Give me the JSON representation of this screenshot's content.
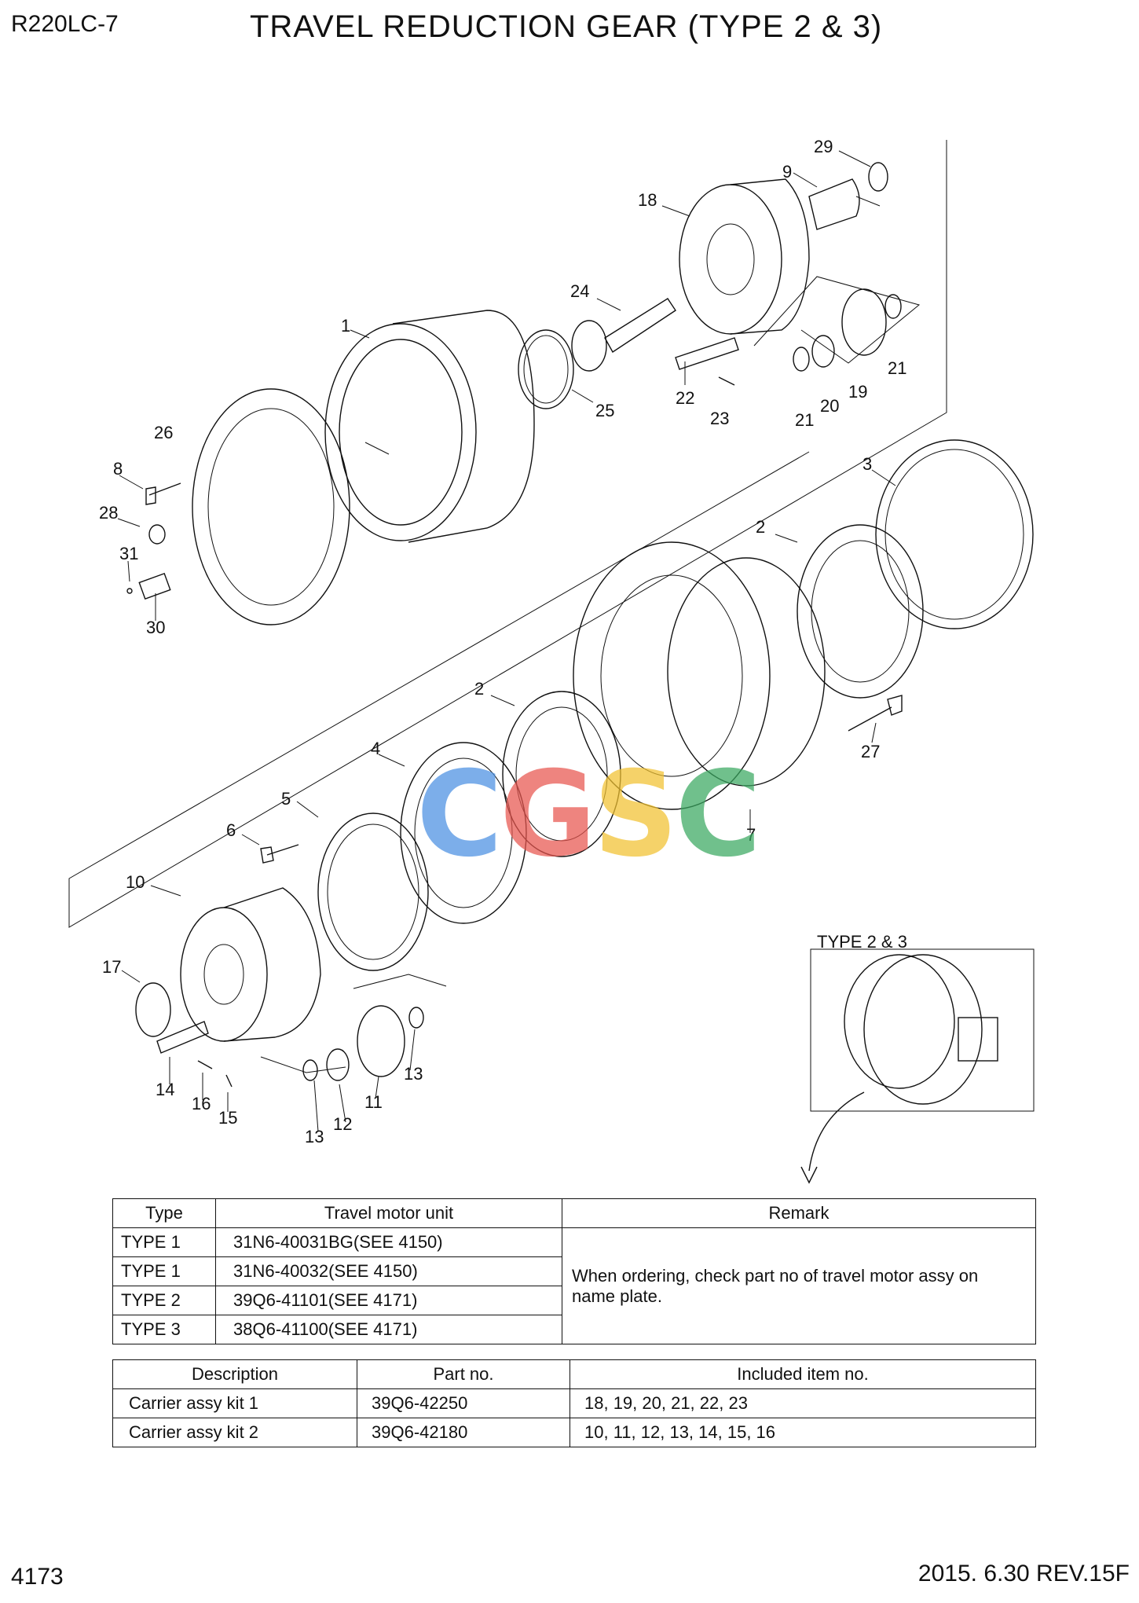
{
  "header": {
    "model": "R220LC-7",
    "title": "TRAVEL REDUCTION GEAR (TYPE 2 & 3)"
  },
  "callouts": [
    "29",
    "9",
    "18",
    "24",
    "1",
    "25",
    "22",
    "23",
    "21",
    "20",
    "19",
    "21",
    "26",
    "8",
    "28",
    "31",
    "30",
    "3",
    "2",
    "2",
    "4",
    "27",
    "5",
    "6",
    "7",
    "10",
    "17",
    "14",
    "16",
    "15",
    "13",
    "12",
    "11",
    "13"
  ],
  "watermark": {
    "letters": [
      "C",
      "G",
      "S",
      "C"
    ],
    "colors": [
      "#4a90e2",
      "#e8564f",
      "#f2c230",
      "#3aa860"
    ]
  },
  "inset": {
    "label": "TYPE 2 & 3"
  },
  "motor_table": {
    "headers": [
      "Type",
      "Travel motor unit",
      "Remark"
    ],
    "rows": [
      {
        "type": "TYPE 1",
        "unit": "31N6-40031BG(SEE 4150)"
      },
      {
        "type": "TYPE 1",
        "unit": "31N6-40032(SEE 4150)"
      },
      {
        "type": "TYPE 2",
        "unit": "39Q6-41101(SEE 4171)"
      },
      {
        "type": "TYPE 3",
        "unit": "38Q6-41100(SEE 4171)"
      }
    ],
    "remark": "When ordering, check part no of travel motor assy on name plate."
  },
  "kit_table": {
    "headers": [
      "Description",
      "Part no.",
      "Included item no."
    ],
    "rows": [
      {
        "desc": "Carrier assy kit 1",
        "part": "39Q6-42250",
        "items": "18, 19, 20, 21, 22, 23"
      },
      {
        "desc": "Carrier assy kit 2",
        "part": "39Q6-42180",
        "items": "10, 11, 12, 13, 14, 15, 16"
      }
    ]
  },
  "footer": {
    "page": "4173",
    "revision": "2015. 6.30  REV.15F"
  }
}
